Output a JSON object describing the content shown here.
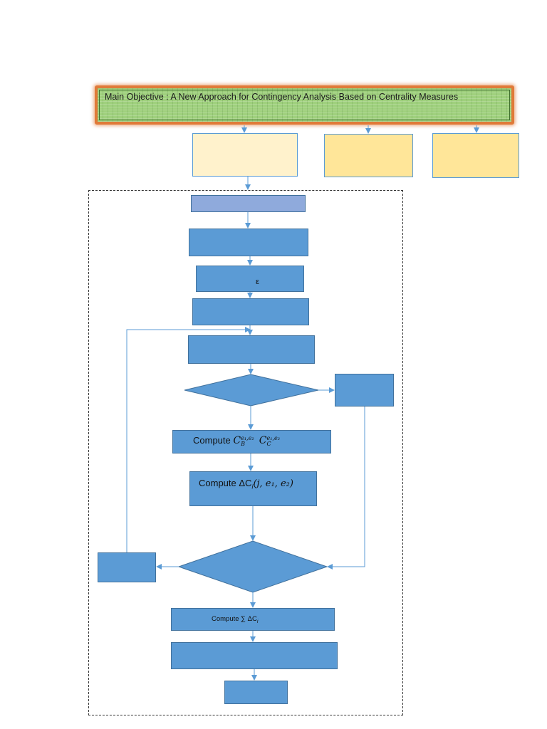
{
  "main_objective": {
    "text": "Main Objective : A New Approach for Contingency Analysis Based on Centrality Measures"
  },
  "flow": {
    "epsilon_label": "ε",
    "compute_c": "Compute ",
    "cb_symbol": "C",
    "cb_sub": "B",
    "cb_sup": "e₁,e₂",
    "cc_symbol": "C",
    "cc_sub": "C",
    "cc_sup": "e₁,e₂",
    "compute_delta": "Compute ΔC",
    "delta_sub": "i",
    "delta_args": "(j, e₁, e₂)",
    "compute_sum": "Compute ∑ ΔC",
    "sum_sub": "i"
  },
  "colors": {
    "box_blue": "#5b9bd5",
    "box_lavender": "#8faadc",
    "box_yellow": "#ffe699",
    "box_yellow_light": "#fff2cc",
    "banner_green": "#9fd07d",
    "banner_border": "#e07a38"
  }
}
